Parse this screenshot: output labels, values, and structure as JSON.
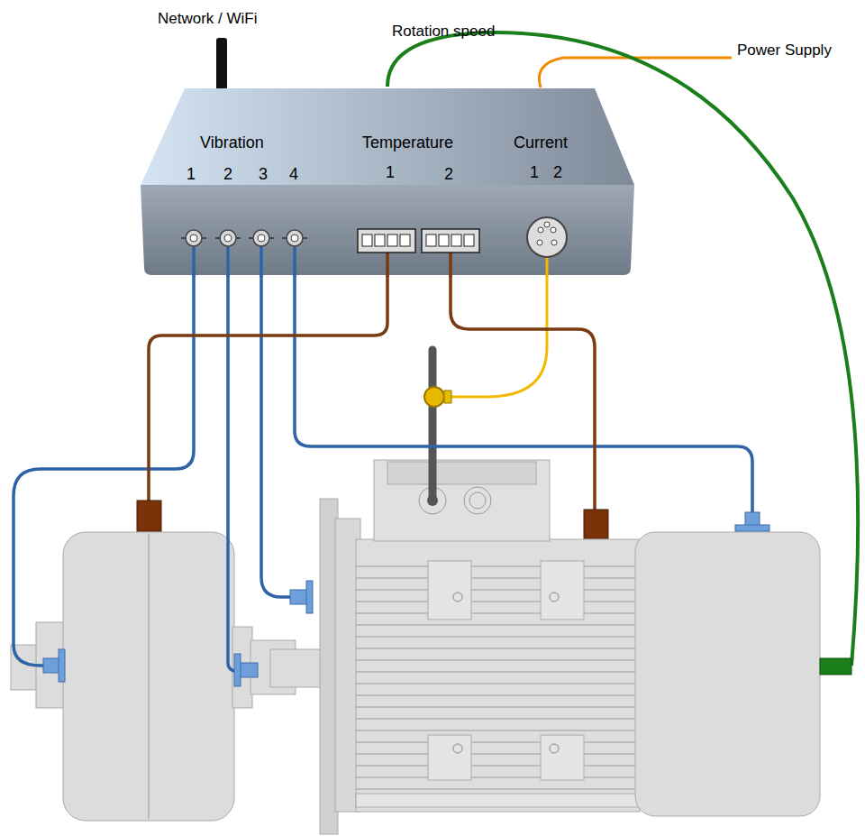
{
  "diagram": {
    "nodes": [
      {
        "text": [
          "Vibration",
          "1",
          "2",
          "3",
          "4",
          "Temperature",
          "1",
          "2",
          "Current",
          "1",
          "2"
        ]
      }
    ],
    "labels": [
      "Network / WiFi",
      "Rotation speed",
      "Power Supply"
    ]
  }
}
